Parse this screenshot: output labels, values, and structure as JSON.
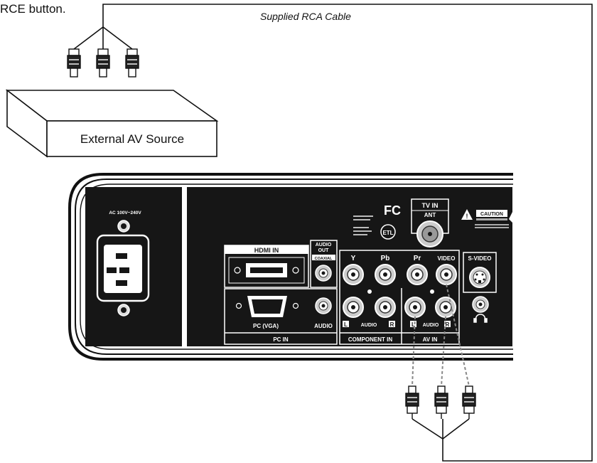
{
  "header_fragment": "RCE button.",
  "cable_label": "Supplied RCA Cable",
  "source_label": "External AV Source",
  "panel": {
    "ac_label": "AC 100V~240V",
    "fcc_mark": "FC",
    "etl_mark": "ETL",
    "tv_in": "TV IN",
    "ant": "ANT",
    "caution": "CAUTION",
    "hdmi_in": "HDMI IN",
    "audio_out_1": "AUDIO",
    "audio_out_2": "OUT",
    "coaxial": "COAXIAL",
    "y": "Y",
    "pb": "Pb",
    "pr": "Pr",
    "video": "VIDEO",
    "s_video": "S-VIDEO",
    "pc_vga": "PC (VGA)",
    "audio": "AUDIO",
    "pc_in": "PC IN",
    "component_in": "COMPONENT IN",
    "av_in": "AV IN",
    "audio_lr": "AUDIO",
    "l": "L",
    "r": "R",
    "headphone_icon": "headphone-icon"
  }
}
